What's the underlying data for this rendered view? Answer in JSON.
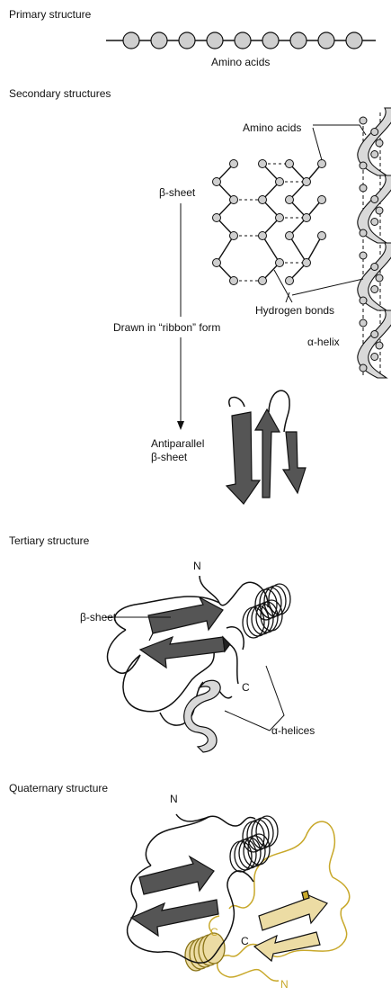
{
  "sections": {
    "primary": "Primary structure",
    "secondary": "Secondary structures",
    "tertiary": "Tertiary structure",
    "quaternary": "Quaternary structure"
  },
  "labels": {
    "amino_acids_primary": "Amino acids",
    "amino_acids_secondary": "Amino acids",
    "beta_sheet": "β-sheet",
    "hydrogen_bonds": "Hydrogen bonds",
    "drawn_ribbon": "Drawn in “ribbon” form",
    "alpha_helix": "α-helix",
    "antiparallel_1": "Antiparallel",
    "antiparallel_2": "β-sheet",
    "tertiary_beta_sheet": "β-sheet",
    "tertiary_n": "N",
    "tertiary_c": "C",
    "alpha_helices": "α-helices",
    "quat_n1": "N",
    "quat_c1": "C",
    "quat_c2": "C",
    "quat_n2": "N"
  },
  "colors": {
    "bead_fill": "#cfcfcf",
    "arrow_dark": "#555555",
    "helix_light": "#d9d9d9",
    "gold_line": "#c8a82a",
    "gold_fill": "#ecdca4"
  }
}
